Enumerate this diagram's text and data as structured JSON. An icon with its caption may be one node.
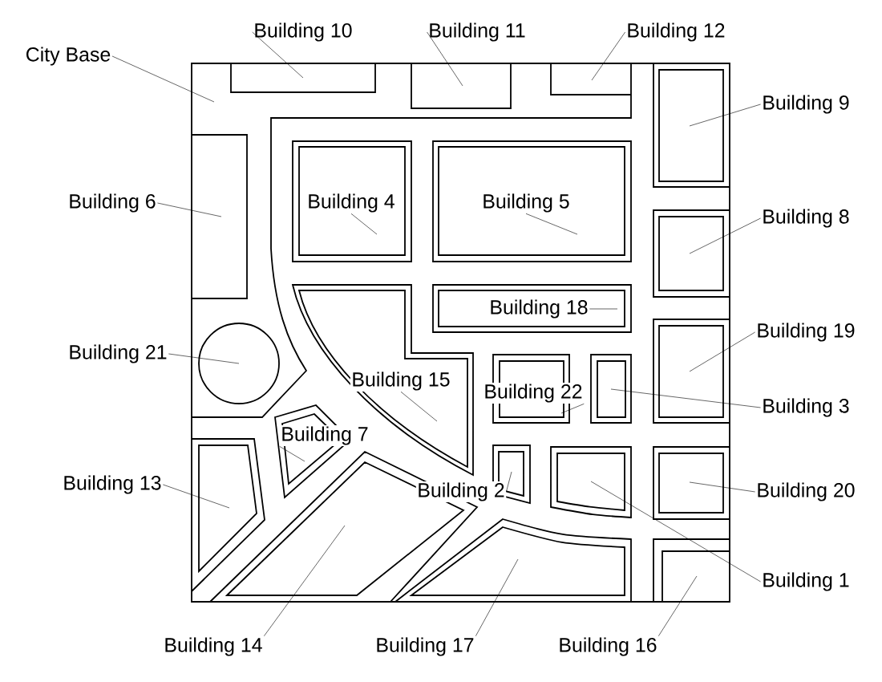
{
  "diagram": {
    "nodes": [
      {
        "text": [
          "City Base"
        ]
      },
      {
        "text": [
          "Building 10"
        ]
      },
      {
        "text": [
          "Building 11"
        ]
      },
      {
        "text": [
          "Building 12"
        ]
      },
      {
        "text": [
          "Building 9"
        ]
      },
      {
        "text": [
          "Building 6"
        ]
      },
      {
        "text": [
          "Building 4"
        ]
      },
      {
        "text": [
          "Building 5"
        ]
      },
      {
        "text": [
          "Building 8"
        ]
      },
      {
        "text": [
          "Building 18"
        ]
      },
      {
        "text": [
          "Building 19"
        ]
      },
      {
        "text": [
          "Building 21"
        ]
      },
      {
        "text": [
          "Building 15"
        ]
      },
      {
        "text": [
          "Building 22"
        ]
      },
      {
        "text": [
          "Building 3"
        ]
      },
      {
        "text": [
          "Building 7"
        ]
      },
      {
        "text": [
          "Building 13"
        ]
      },
      {
        "text": [
          "Building 2"
        ]
      },
      {
        "text": [
          "Building 20"
        ]
      },
      {
        "text": [
          "Building 1"
        ]
      },
      {
        "text": [
          "Building 14"
        ]
      },
      {
        "text": [
          "Building 17"
        ]
      },
      {
        "text": [
          "Building 16"
        ]
      }
    ],
    "edges": [
      {
        "from": 0,
        "to": null,
        "arrow": "none"
      },
      {
        "from": 1,
        "to": null,
        "arrow": "none"
      },
      {
        "from": 2,
        "to": null,
        "arrow": "none"
      },
      {
        "from": 3,
        "to": null,
        "arrow": "none"
      },
      {
        "from": 4,
        "to": null,
        "arrow": "none"
      },
      {
        "from": 5,
        "to": null,
        "arrow": "none"
      },
      {
        "from": 6,
        "to": null,
        "arrow": "none"
      },
      {
        "from": 7,
        "to": null,
        "arrow": "none"
      },
      {
        "from": 8,
        "to": null,
        "arrow": "none"
      },
      {
        "from": 9,
        "to": null,
        "arrow": "none"
      },
      {
        "from": 10,
        "to": null,
        "arrow": "none"
      },
      {
        "from": 11,
        "to": null,
        "arrow": "none"
      },
      {
        "from": 12,
        "to": null,
        "arrow": "none"
      },
      {
        "from": 13,
        "to": null,
        "arrow": "none"
      },
      {
        "from": 14,
        "to": null,
        "arrow": "none"
      },
      {
        "from": 15,
        "to": null,
        "arrow": "none"
      },
      {
        "from": 16,
        "to": null,
        "arrow": "none"
      },
      {
        "from": 17,
        "to": null,
        "arrow": "none"
      },
      {
        "from": 18,
        "to": null,
        "arrow": "none"
      },
      {
        "from": 19,
        "to": null,
        "arrow": "none"
      },
      {
        "from": 20,
        "to": null,
        "arrow": "none"
      },
      {
        "from": 21,
        "to": null,
        "arrow": "none"
      },
      {
        "from": 22,
        "to": null,
        "arrow": "none"
      }
    ]
  }
}
